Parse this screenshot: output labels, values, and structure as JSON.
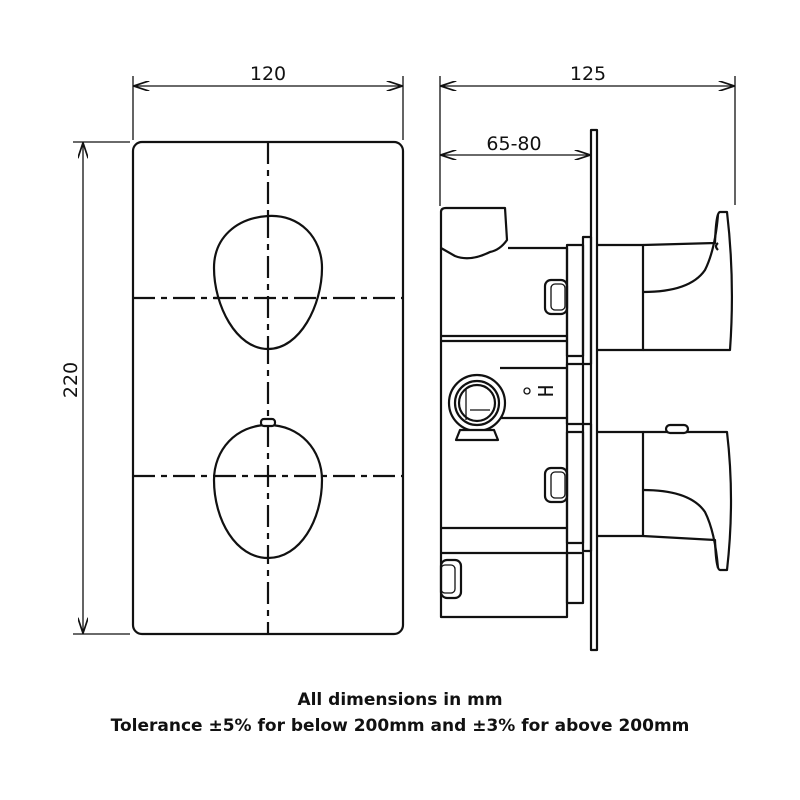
{
  "dimensions": {
    "front_width": "120",
    "front_height": "220",
    "side_depth": "125",
    "wall_depth": "65-80"
  },
  "side_view_marking": "H",
  "notes": {
    "line1": "All dimensions in mm",
    "line2": "Tolerance ±5% for below 200mm and ±3% for above 200mm"
  }
}
